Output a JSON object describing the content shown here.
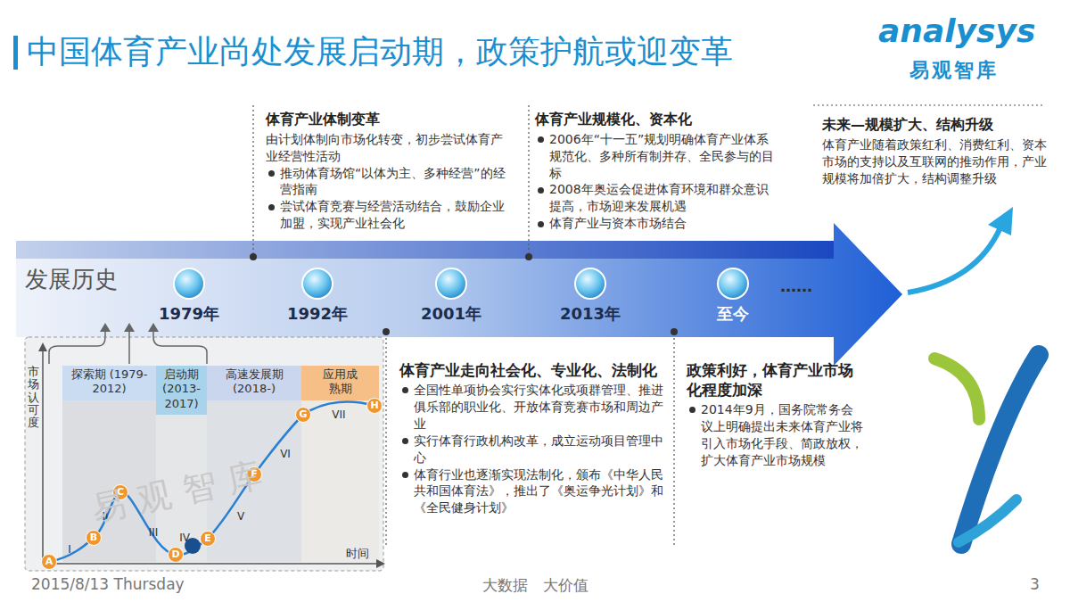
{
  "diagram": {
    "title": "中国体育产业尚处发展启动期，政策护航或迎变革",
    "nodes": [
      {
        "text": [
          "体育产业体制变革",
          "由计划体制向市场化转变，初步尝试体育产业经营性活动",
          "推动体育场馆“以体为主、多种经营”的经营指南",
          "尝试体育竞赛与经营活动结合，鼓励企业加盟，实现产业社会化"
        ]
      },
      {
        "text": [
          "体育产业规模化、资本化",
          "2006年“十一五”规划明确体育产业体系规范化、多种所有制并存、全民参与的目标",
          "2008年奥运会促进体育环境和群众意识提高，市场迎来发展机遇",
          "体育产业与资本市场结合"
        ]
      },
      {
        "text": [
          "未来—规模扩大、结构升级",
          "体育产业随着政策红利、消费红利、资本市场的支持以及互联网的推动作用，产业规模将加倍扩大，结构调整升级"
        ]
      },
      {
        "text": [
          "市场认可度",
          "时间"
        ]
      },
      {
        "text": [
          "探索期 (1979-2012)"
        ],
        "in": 3
      },
      {
        "text": [
          "启动期 (2013-2017)"
        ],
        "in": 3
      },
      {
        "text": [
          "高速发展期 (2018-)"
        ],
        "in": 3
      },
      {
        "text": [
          "应用成熟期"
        ],
        "in": 3
      },
      {
        "text": [
          "体育产业走向社会化、专业化、法制化",
          "全国性单项协会实行实体化或项群管理、推进俱乐部的职业化、开放体育竞赛市场和周边产业",
          "实行体育行政机构改革，成立运动项目管理中心",
          "体育行业也逐渐实现法制化，颁布《中华人民共和国体育法》，推出了《奥运争光计划》和《全民健身计划》"
        ]
      },
      {
        "text": [
          "政策利好，体育产业市场化程度加深",
          "2014年9月，国务院常务会议上明确提出未来体育产业将引入市场化手段、简政放权，扩大体育产业市场规模"
        ]
      }
    ],
    "labels": [
      "analysys",
      "易观智库",
      "发展历史",
      "1979年",
      "1992年",
      "2001年",
      "2013年",
      "至今",
      "……",
      "A",
      "B",
      "C",
      "D",
      "E",
      "F",
      "G",
      "H",
      "I",
      "II",
      "III",
      "IV",
      "V",
      "VI",
      "VII",
      "易观智库",
      "2015/8/13 Thursday",
      "大数据　大价值",
      "3"
    ]
  }
}
